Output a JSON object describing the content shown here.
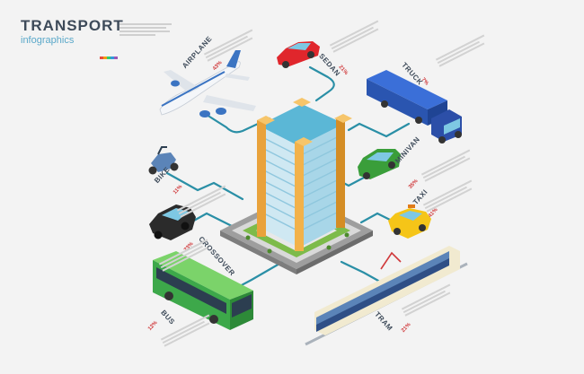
{
  "header": {
    "title": "TRANSPORT",
    "subtitle": "infographics",
    "dot_colors": [
      "#e74c3c",
      "#f39c12",
      "#2ecc71",
      "#3498db",
      "#9b59b6"
    ]
  },
  "colors": {
    "connector": "#2a8fa6",
    "label": "#3d4a59",
    "percent": "#d0393b",
    "building": "#5bb7d6",
    "building_frame": "#e9a23b"
  },
  "items": [
    {
      "key": "airplane",
      "label": "AIRPLANE",
      "percent": "43%",
      "icon": "airplane-icon"
    },
    {
      "key": "sedan",
      "label": "SEDAN",
      "percent": "21%",
      "icon": "sedan-icon"
    },
    {
      "key": "truck",
      "label": "TRUCK",
      "percent": "7%",
      "icon": "truck-icon"
    },
    {
      "key": "minivan",
      "label": "MINIVAN",
      "percent": "35%",
      "icon": "minivan-icon"
    },
    {
      "key": "taxi",
      "label": "TAXI",
      "percent": "41%",
      "icon": "taxi-icon"
    },
    {
      "key": "tram",
      "label": "TRAM",
      "percent": "21%",
      "icon": "tram-icon"
    },
    {
      "key": "bus",
      "label": "BUS",
      "percent": "12%",
      "icon": "bus-icon"
    },
    {
      "key": "crossover",
      "label": "CROSSOVER",
      "percent": "23%",
      "icon": "crossover-icon"
    },
    {
      "key": "bike",
      "label": "BIKE",
      "percent": "11%",
      "icon": "bike-icon"
    }
  ]
}
